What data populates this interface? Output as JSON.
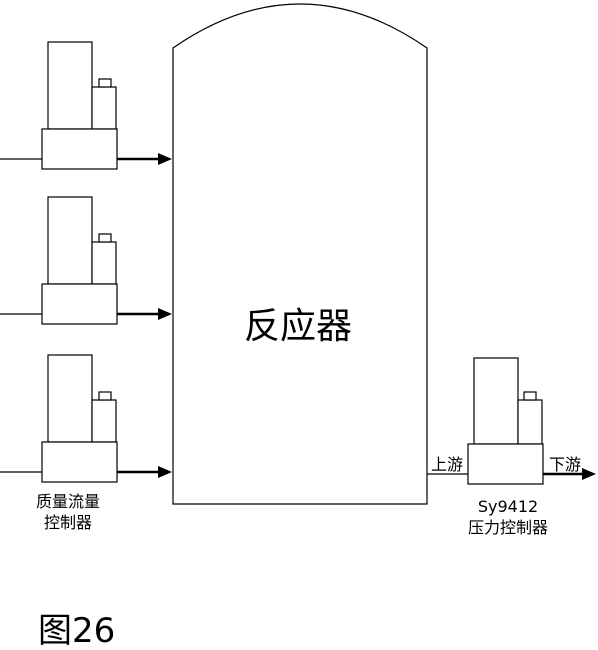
{
  "reactor": {
    "label": "反应器"
  },
  "mfc": {
    "label_line1": "质量流量",
    "label_line2": "控制器"
  },
  "pressure_controller": {
    "model": "Sy9412",
    "label": "压力控制器",
    "upstream_label": "上游",
    "downstream_label": "下游"
  },
  "figure": {
    "caption": "图26"
  }
}
